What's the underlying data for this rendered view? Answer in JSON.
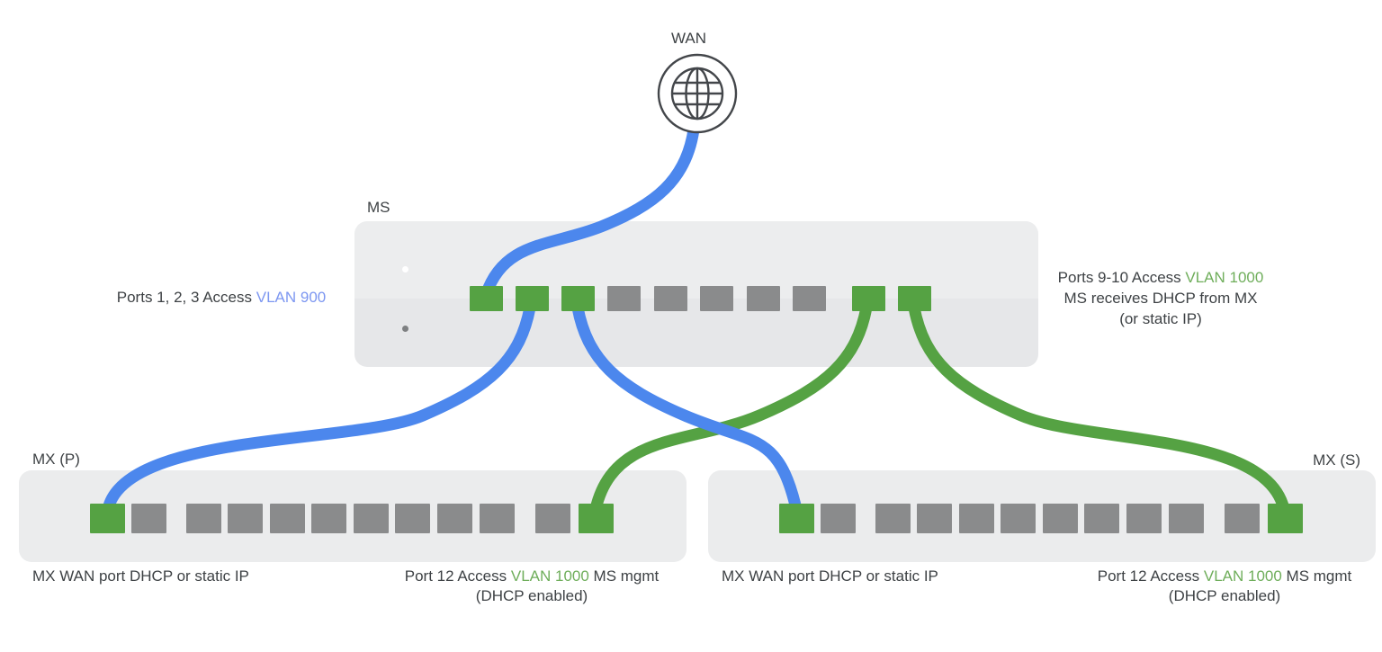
{
  "palette": {
    "cable_blue": "#4C87ED",
    "cable_green": "#55A243",
    "port_green": "#55A243",
    "port_gray": "#8A8B8C",
    "vlan900_text_blue": "#7D97F1",
    "vlan1000_text_green": "#6FAE5B",
    "text": "#3E4245",
    "ms_body_top": "#ECEDEE",
    "ms_body_bottom": "#E6E7E9",
    "mx_body": "#EBECED"
  },
  "wan": {
    "label": "WAN",
    "icon": "globe-icon"
  },
  "devices": {
    "ms": {
      "label": "MS",
      "ports": [
        "green",
        "green",
        "green",
        "gray",
        "gray",
        "gray",
        "gray",
        "gray",
        "green",
        "green"
      ],
      "leds": [
        "white",
        "gray"
      ]
    },
    "mx_primary": {
      "label": "MX (P)",
      "ports": [
        "green",
        "gray",
        "gray",
        "gray",
        "gray",
        "gray",
        "gray",
        "gray",
        "gray",
        "gray",
        "gray",
        "green"
      ]
    },
    "mx_secondary": {
      "label": "MX (S)",
      "ports": [
        "green",
        "gray",
        "gray",
        "gray",
        "gray",
        "gray",
        "gray",
        "gray",
        "gray",
        "gray",
        "gray",
        "green"
      ]
    }
  },
  "notes": {
    "ms_left": {
      "prefix": "Ports 1, 2, 3 Access ",
      "highlight": "VLAN 900"
    },
    "ms_right": {
      "prefix": "Ports 9-10 Access ",
      "highlight": "VLAN 1000",
      "line2": "MS receives DHCP from MX",
      "line3": "(or static IP)"
    },
    "mxp_wan": "MX WAN port DHCP or static IP",
    "mxp_port12": {
      "prefix": "Port 12 Access ",
      "highlight": "VLAN 1000",
      "suffix": " MS mgmt",
      "line2": "(DHCP enabled)"
    },
    "mxs_wan": "MX WAN port DHCP or static IP",
    "mxs_port12": {
      "prefix": "Port 12 Access ",
      "highlight": "VLAN 1000",
      "suffix": " MS mgmt",
      "line2": "(DHCP enabled)"
    }
  },
  "cables": [
    {
      "id": "cable-wan-to-ms-port1",
      "color_key": "cable_blue",
      "from": "WAN",
      "to": "MS port 1"
    },
    {
      "id": "cable-ms-port2-to-mxp-wan",
      "color_key": "cable_blue",
      "from": "MS port 2",
      "to": "MX (P) WAN port"
    },
    {
      "id": "cable-ms-port3-to-mxs-wan",
      "color_key": "cable_blue",
      "from": "MS port 3",
      "to": "MX (S) WAN port"
    },
    {
      "id": "cable-ms-port9-to-mxp-port12",
      "color_key": "cable_green",
      "from": "MS port 9",
      "to": "MX (P) port 12"
    },
    {
      "id": "cable-ms-port10-to-mxs-port12",
      "color_key": "cable_green",
      "from": "MS port 10",
      "to": "MX (S) port 12"
    }
  ]
}
